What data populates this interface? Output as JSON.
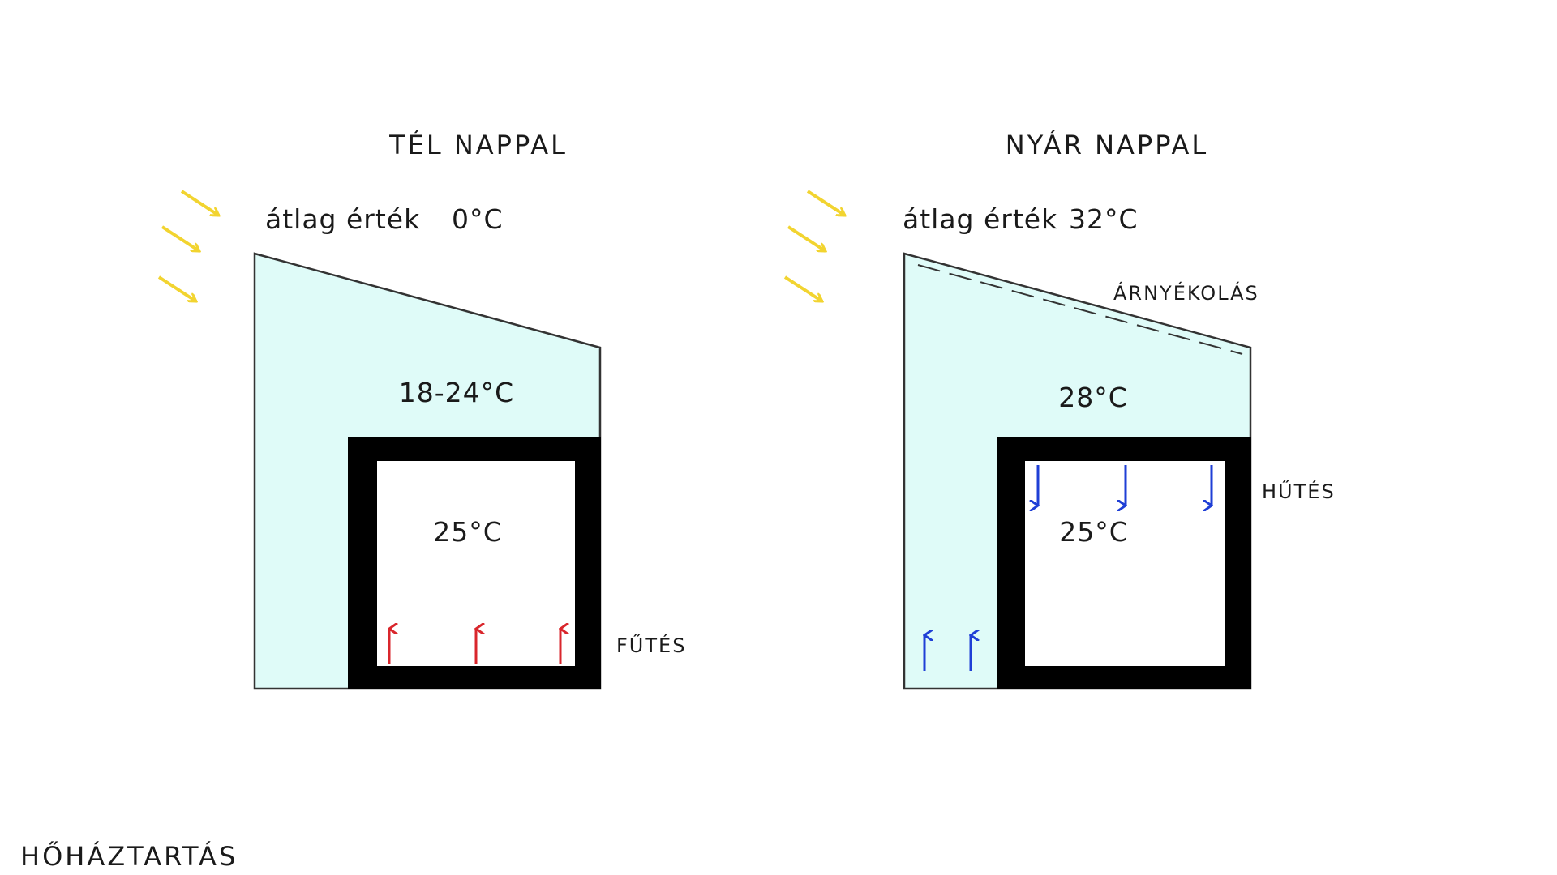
{
  "winter": {
    "title": "TÉL NAPPAL",
    "avg_label": "átlag érték",
    "avg_value": "0°C",
    "buffer_temp": "18-24°C",
    "room_temp": "25°C",
    "system_label": "FŰTÉS"
  },
  "summer": {
    "title": "NYÁR NAPPAL",
    "avg_label": "átlag érték",
    "avg_value": "32°C",
    "shading_label": "ÁRNYÉKOLÁS",
    "buffer_temp": "28°C",
    "room_temp": "25°C",
    "system_label": "HŰTÉS"
  },
  "footer": "HŐHÁZTARTÁS",
  "colors": {
    "buffer_fill": "#dffbf8",
    "wall": "#000000",
    "outline": "#333333",
    "sun_arrow": "#f2d430",
    "heat_arrow": "#d9262c",
    "cool_arrow": "#1f3fd6"
  }
}
